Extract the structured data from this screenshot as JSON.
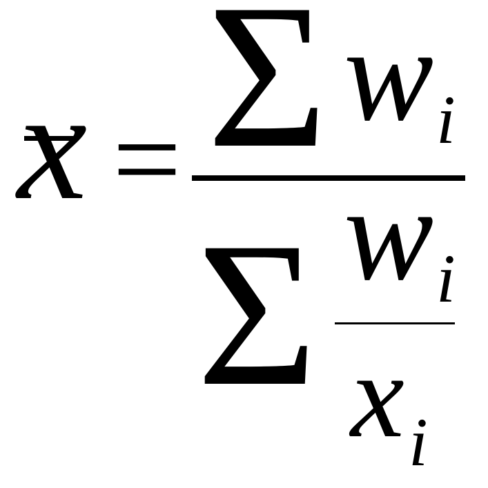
{
  "formula": {
    "lhs": {
      "variable": "x",
      "accent": "bar"
    },
    "equals": "=",
    "numerator": {
      "operator": "Σ",
      "term": "w",
      "subscript": "i"
    },
    "denominator": {
      "operator": "Σ",
      "fraction": {
        "numerator": {
          "term": "w",
          "subscript": "i"
        },
        "denominator": {
          "term": "x",
          "subscript": "i"
        }
      }
    }
  },
  "colors": {
    "ink": "#000000",
    "background": "#ffffff"
  }
}
